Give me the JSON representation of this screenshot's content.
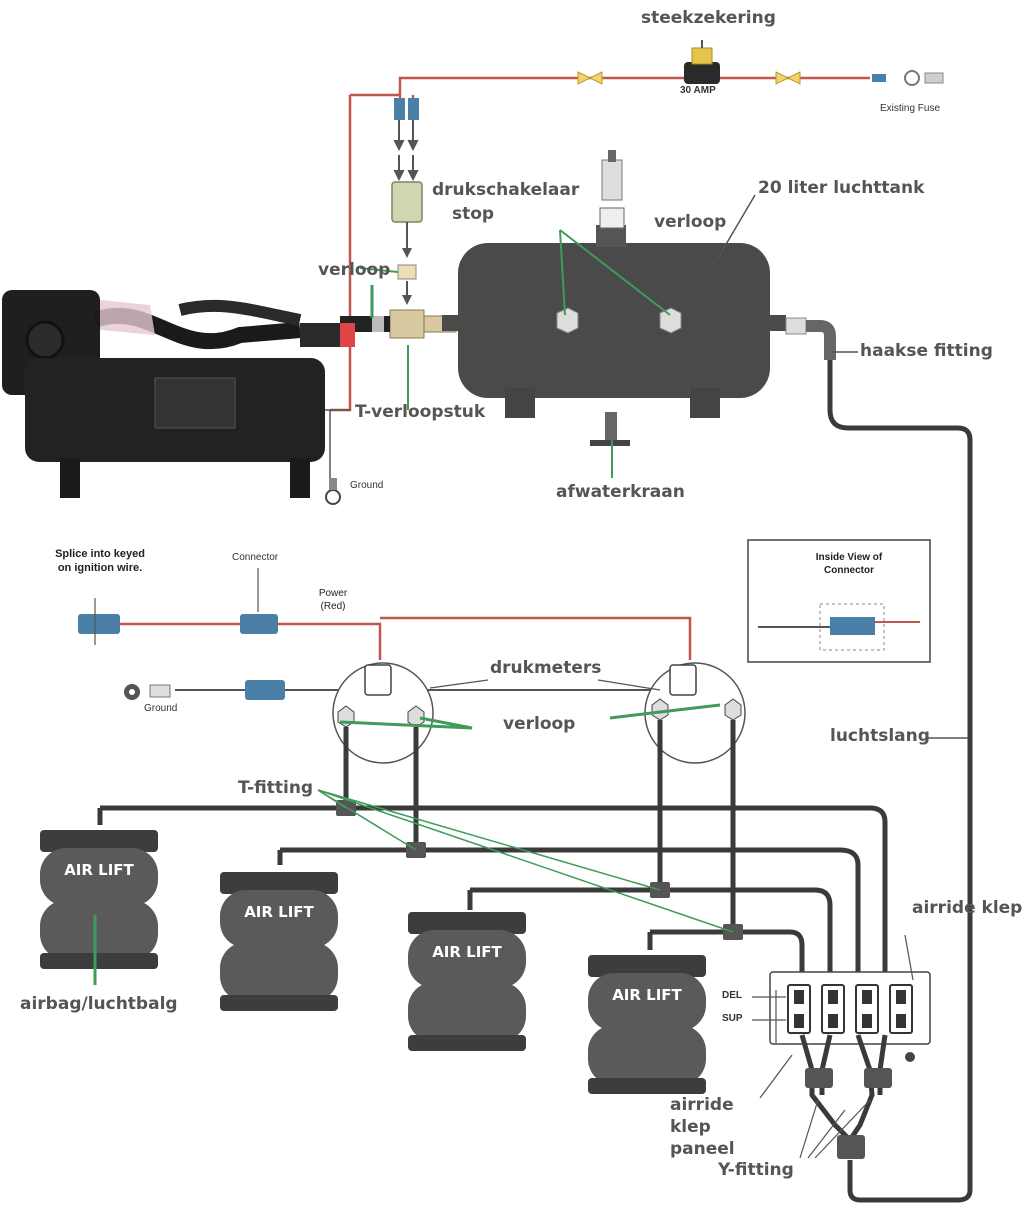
{
  "labels": {
    "steekzekering": "steekzekering",
    "amp": "30 AMP",
    "existing_fuse": "Existing Fuse",
    "drukschakelaar": "drukschakelaar",
    "stop": "stop",
    "tank": "20 liter luchttank",
    "verloop_tank": "verloop",
    "verloop_left": "verloop",
    "haakse_fitting": "haakse fitting",
    "t_verloopstuk": "T-verloopstuk",
    "ground_top": "Ground",
    "afwaterkraan": "afwaterkraan",
    "splice": "Splice into keyed on ignition wire.",
    "connector": "Connector",
    "power": "Power (Red)",
    "inside_view": "Inside View of Connector",
    "drukmeters": "drukmeters",
    "ground_bottom": "Ground",
    "verloop_gauges": "verloop",
    "luchtslang": "luchtslang",
    "t_fitting": "T-fitting",
    "airride_klep": "airride klep",
    "airbag": "airbag/luchtbalg",
    "del": "DEL",
    "sup": "SUP",
    "airride_klep_paneel": "airride klep paneel",
    "y_fitting": "Y-fitting",
    "air_lift": "AIR LIFT"
  },
  "colors": {
    "wire_red": "#c0574f",
    "hose": "#3a3a3a",
    "leader_green": "#3f9b5a",
    "tank": "#4a4a4a",
    "compressor": "#1f1f1f",
    "airbag": "#5a5a5a",
    "connector_blue": "#4a7fa8",
    "label_grey": "#555555"
  },
  "icons": [
    "fuse-icon",
    "relay-switch-icon",
    "compressor-icon",
    "air-tank-icon",
    "drain-valve-icon",
    "gauge-icon",
    "air-bag-icon",
    "valve-panel-icon",
    "y-fitting-icon",
    "ground-icon",
    "connector-icon"
  ]
}
